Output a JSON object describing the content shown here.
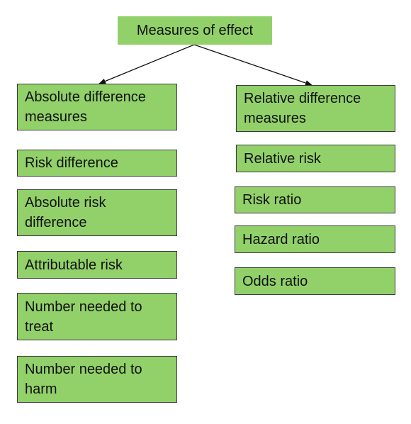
{
  "root": {
    "label": "Measures of effect"
  },
  "left_column": {
    "header": "Absolute difference\nmeasures",
    "items": [
      "Risk difference",
      "Absolute risk\ndifference",
      "Attributable risk",
      "Number needed to\ntreat",
      "Number needed to\nharm"
    ]
  },
  "right_column": {
    "header": "Relative difference\nmeasures",
    "items": [
      "Relative risk",
      "Risk ratio",
      "Hazard ratio",
      "Odds ratio"
    ]
  },
  "colors": {
    "box_fill": "#92d16a",
    "box_border": "#3b3b3b",
    "connector": "#111111"
  }
}
